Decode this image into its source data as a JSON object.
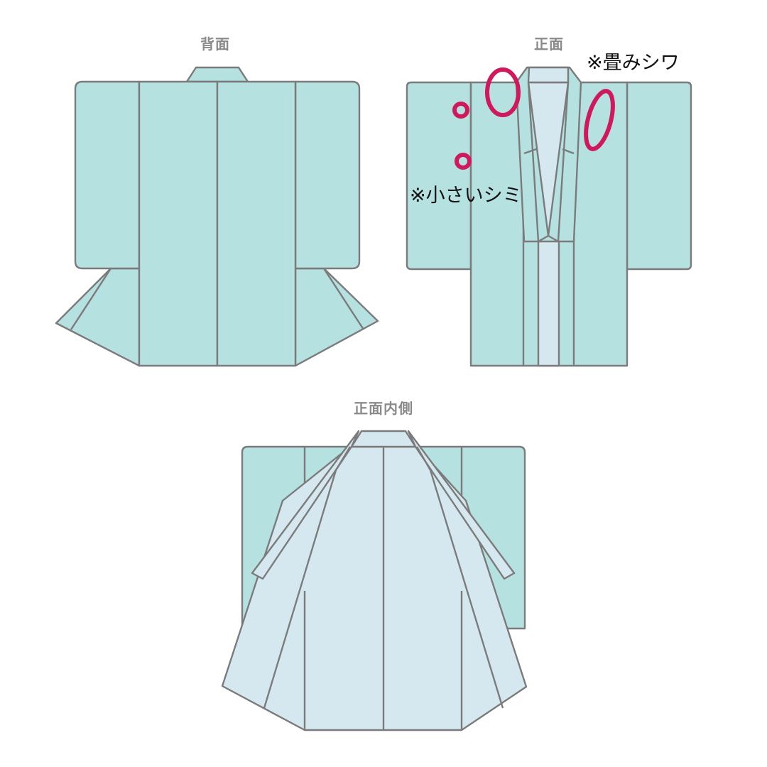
{
  "views": [
    {
      "id": "back",
      "label": "背面"
    },
    {
      "id": "front",
      "label": "正面"
    },
    {
      "id": "front_inside",
      "label": "正面内側"
    }
  ],
  "annotations": [
    {
      "id": "fold_wrinkle",
      "text": "※畳みシワ"
    },
    {
      "id": "small_stain",
      "text": "※小さいシミ"
    }
  ],
  "colors": {
    "outer_fabric": "#b5e1e0",
    "lining_fabric": "#d6e8ef",
    "outline": "#7b7b7b",
    "defect_marker": "#d0185c",
    "view_label": "#8a8a8a"
  }
}
